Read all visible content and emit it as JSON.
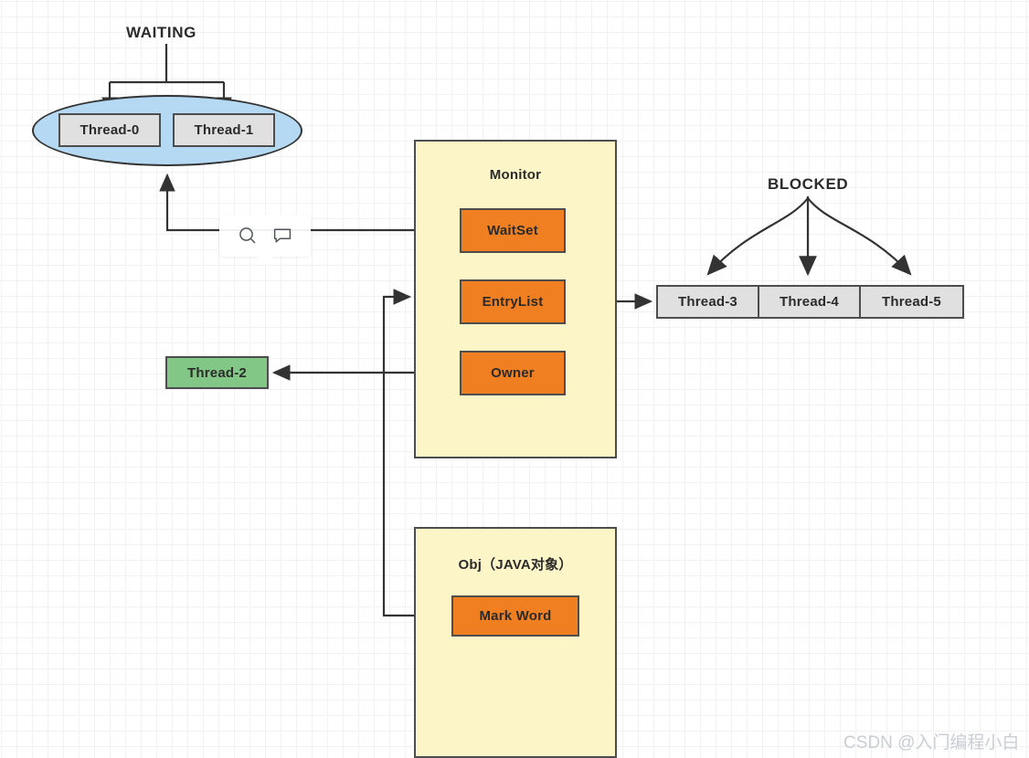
{
  "diagram": {
    "title_labels": {
      "waiting": "WAITING",
      "blocked": "BLOCKED"
    },
    "waiting_group": {
      "threads": [
        {
          "label": "Thread-0"
        },
        {
          "label": "Thread-1"
        }
      ]
    },
    "monitor": {
      "title": "Monitor",
      "slots": [
        {
          "label": "WaitSet"
        },
        {
          "label": "EntryList"
        },
        {
          "label": "Owner"
        }
      ]
    },
    "object": {
      "title": "Obj（JAVA对象）",
      "slots": [
        {
          "label": "Mark Word"
        }
      ]
    },
    "owner_thread": {
      "label": "Thread-2"
    },
    "blocked_group": {
      "threads": [
        {
          "label": "Thread-3"
        },
        {
          "label": "Thread-4"
        },
        {
          "label": "Thread-5"
        }
      ]
    },
    "tooltip": {
      "icons": [
        "search-icon",
        "comment-icon"
      ]
    },
    "watermark": "CSDN @入门编程小白",
    "colors": {
      "ellipse_fill": "#b5d9f2",
      "thread_fill": "#e0e0e0",
      "container_fill": "#fcf5c7",
      "slot_fill": "#ef7f20",
      "owner_thread_fill": "#82c785",
      "stroke": "#4d4d4d",
      "watermark_text": "#c9ced4"
    }
  }
}
